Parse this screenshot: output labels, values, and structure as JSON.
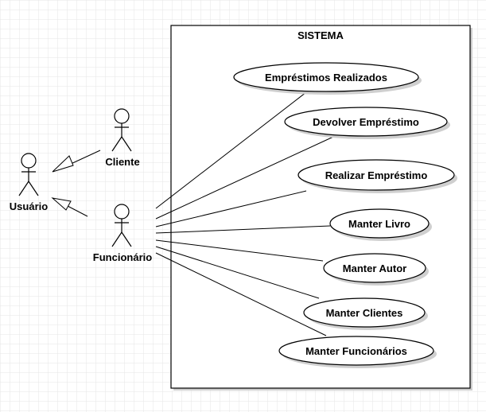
{
  "system": {
    "title": "SISTEMA"
  },
  "actors": {
    "usuario": "Usuário",
    "cliente": "Cliente",
    "funcionario": "Funcionário"
  },
  "use_cases": [
    "Empréstimos Realizados",
    "Devolver Empréstimo",
    "Realizar Empréstimo",
    "Manter Livro",
    "Manter Autor",
    "Manter Clientes",
    "Manter Funcionários"
  ],
  "colors": {
    "grid": "#e6e6e6",
    "stroke": "#000000",
    "shadow": "#cfcfcf",
    "fill": "#ffffff"
  }
}
